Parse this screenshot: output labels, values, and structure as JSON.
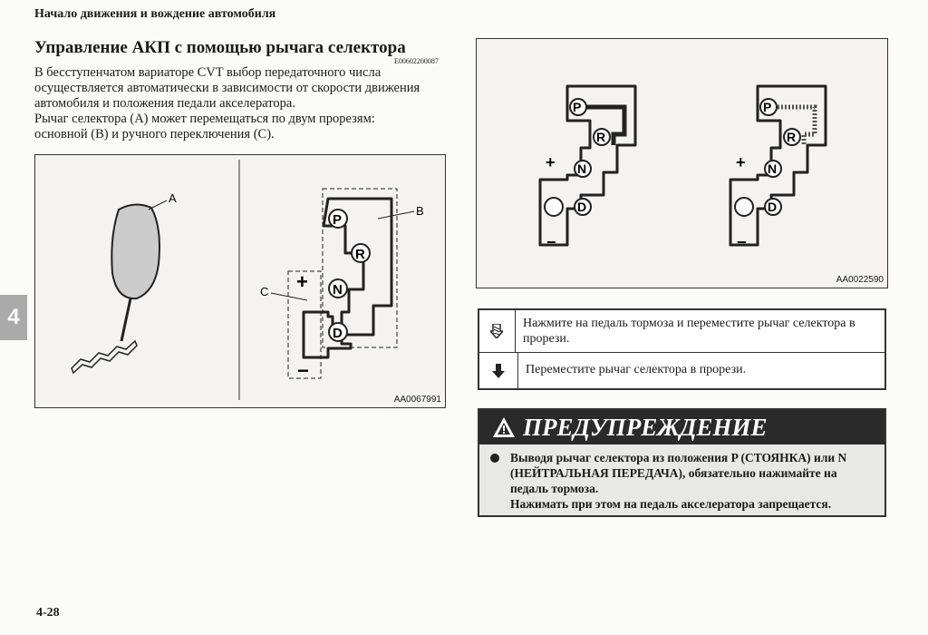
{
  "header": "Начало движения и вождение автомобиля",
  "title": "Управление АКП с помощью рычага селектора",
  "section_code": "E00602200087",
  "intro": [
    "В бесступенчатом вариаторе CVT выбор передаточного числа",
    "осуществляется автоматически в зависимости от скорости движения",
    "автомобиля и положения педали акселератора.",
    "Рычаг селектора (А) может перемещаться по двум прорезям:",
    "основной (В) и ручного переключения (С)."
  ],
  "figure1": {
    "code": "AA0067991",
    "labels": {
      "a": "A",
      "b": "B",
      "c": "C",
      "p": "P",
      "r": "R",
      "n": "N",
      "d": "D",
      "plus": "+",
      "minus": "−"
    }
  },
  "figure2": {
    "code": "AA0022590",
    "labels": {
      "p": "P",
      "r": "R",
      "n": "N",
      "d": "D",
      "plus": "+",
      "minus": "−"
    }
  },
  "legend": [
    {
      "icon": "hatched-arrow-down-icon",
      "text": "Нажмите на педаль тормоза и переместите рычаг селектора в прорези."
    },
    {
      "icon": "solid-arrow-down-icon",
      "text": "Переместите рычаг селектора в прорези."
    }
  ],
  "warning": {
    "title": "ПРЕДУПРЕЖДЕНИЕ",
    "lines": [
      "Выводя рычаг селектора из положения P (СТОЯНКА) или N",
      "(НЕЙТРАЛЬНАЯ ПЕРЕДАЧА), обязательно нажимайте на",
      "педаль тормоза.",
      "Нажимать при этом на педаль акселератора запрещается."
    ]
  },
  "chapter_tab": "4",
  "page_number": "4-28"
}
